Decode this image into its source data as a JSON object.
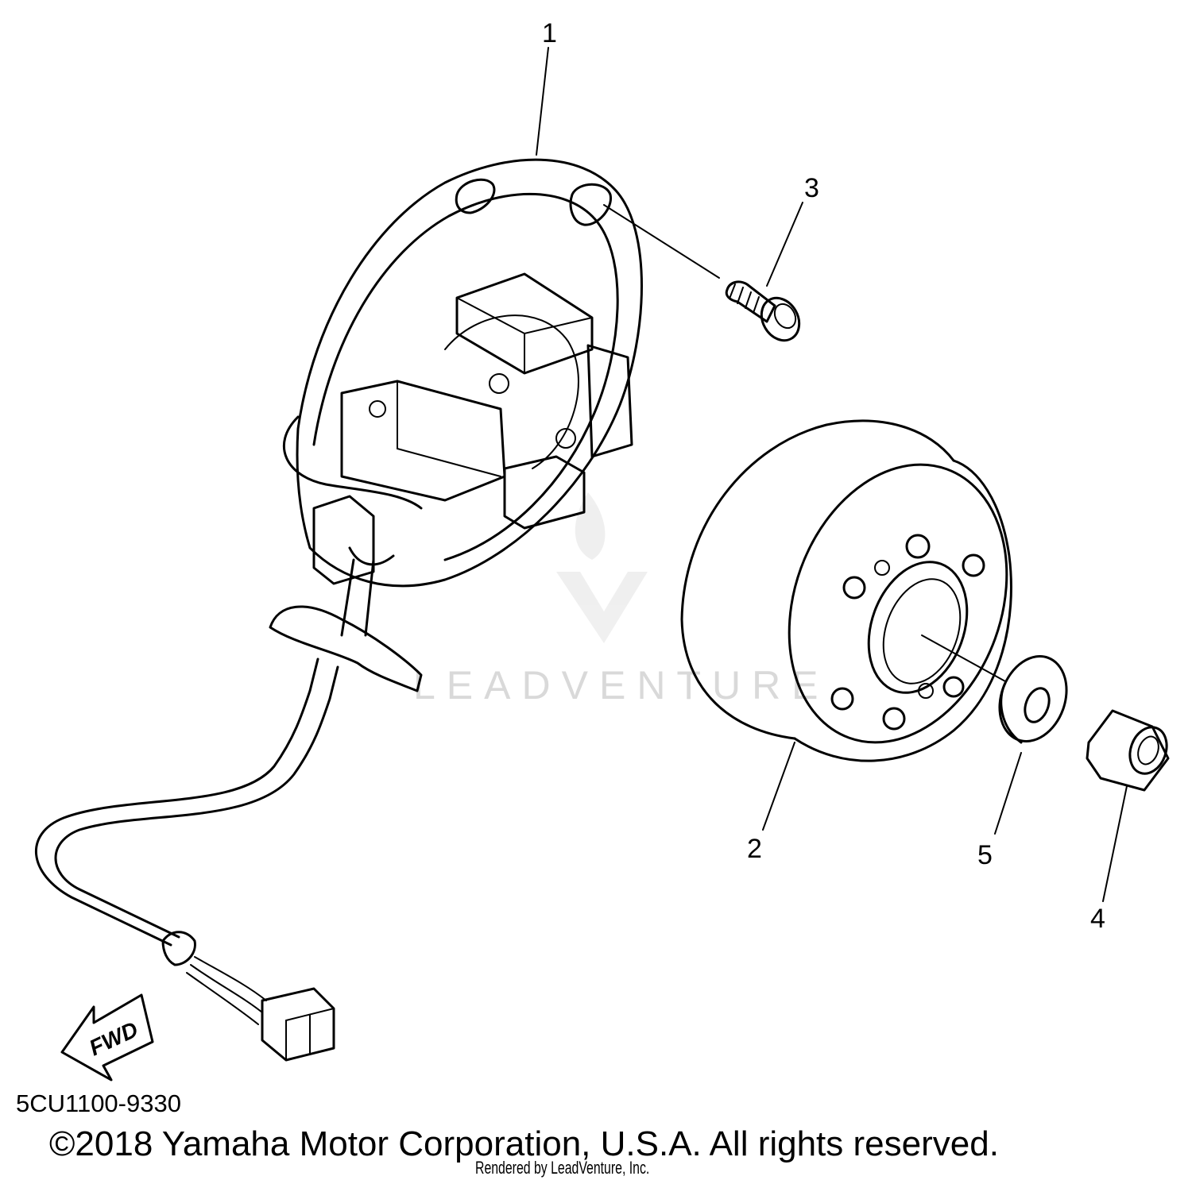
{
  "watermark": {
    "text": "LEADVENTURE"
  },
  "callouts": [
    {
      "id": "1",
      "part": "stator-assembly"
    },
    {
      "id": "2",
      "part": "rotor-flywheel"
    },
    {
      "id": "3",
      "part": "screw"
    },
    {
      "id": "4",
      "part": "nut"
    },
    {
      "id": "5",
      "part": "washer"
    }
  ],
  "fwd_label": "FWD",
  "diagram_code": "5CU1100-9330",
  "copyright": "©2018 Yamaha Motor Corporation, U.S.A. All rights reserved.",
  "rendered_by": "Rendered by LeadVenture, Inc."
}
